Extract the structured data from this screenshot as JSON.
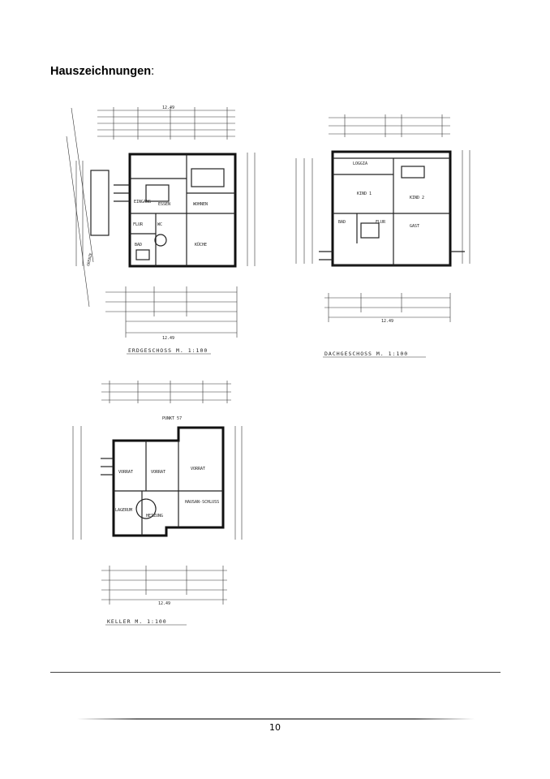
{
  "heading": {
    "text": "Hauszeichnungen",
    "colon": ":"
  },
  "plans": {
    "erdgeschoss": {
      "caption": "ERDGESCHOSS  M. 1:100",
      "rooms": [
        "EINGANG",
        "WOHNEN",
        "KÜCHE",
        "ESSEN",
        "FLUR",
        "BAD",
        "WC"
      ],
      "total_dim": "12.49",
      "side_label": "GRENZE"
    },
    "dachgeschoss": {
      "caption": "DACHGESCHOSS  M. 1:100",
      "rooms": [
        "LOGGIA",
        "KIND 1",
        "KIND 2",
        "BAD",
        "FLUR",
        "GAST"
      ],
      "total_dim": "12.49"
    },
    "keller": {
      "caption": "KELLER  M. 1:100",
      "rooms": [
        "VORRAT",
        "VORRAT",
        "VORRAT",
        "LAGERUM",
        "HEIZUNG",
        "HAUSAN-SCHLUSS"
      ],
      "total_dim": "12.49",
      "top_label": "PUNKT 57"
    }
  },
  "footer": {
    "page_number": "10"
  }
}
